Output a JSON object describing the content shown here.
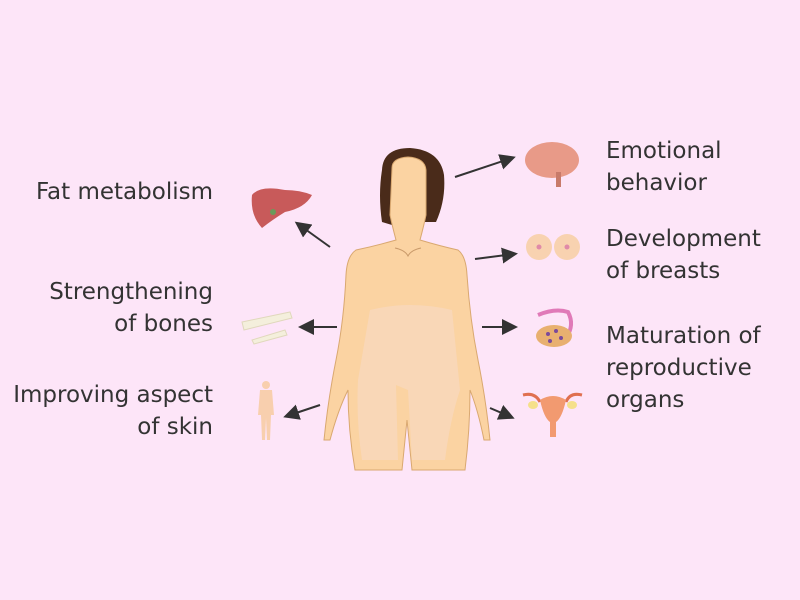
{
  "labels_left": [
    {
      "text": "Fat metabolism",
      "icon": "liver-icon"
    },
    {
      "text": "Strengthening\nof bones",
      "icon": "bones-icon"
    },
    {
      "text": "Improving aspect\nof skin",
      "icon": "skin-body-icon"
    }
  ],
  "labels_right": [
    {
      "text": "Emotional\nbehavior",
      "icon": "brain-icon"
    },
    {
      "text": "Development\nof breasts",
      "icon": "breasts-icon"
    },
    {
      "text": "Maturation of\nreproductive\norgans",
      "icon": "ovary-icon"
    },
    {
      "icon": "uterus-icon"
    }
  ],
  "colors": {
    "background": "#fde5f8",
    "skin": "#fbd3a2",
    "hair": "#4a2b1a",
    "arrow": "#333333",
    "text": "#333333"
  }
}
